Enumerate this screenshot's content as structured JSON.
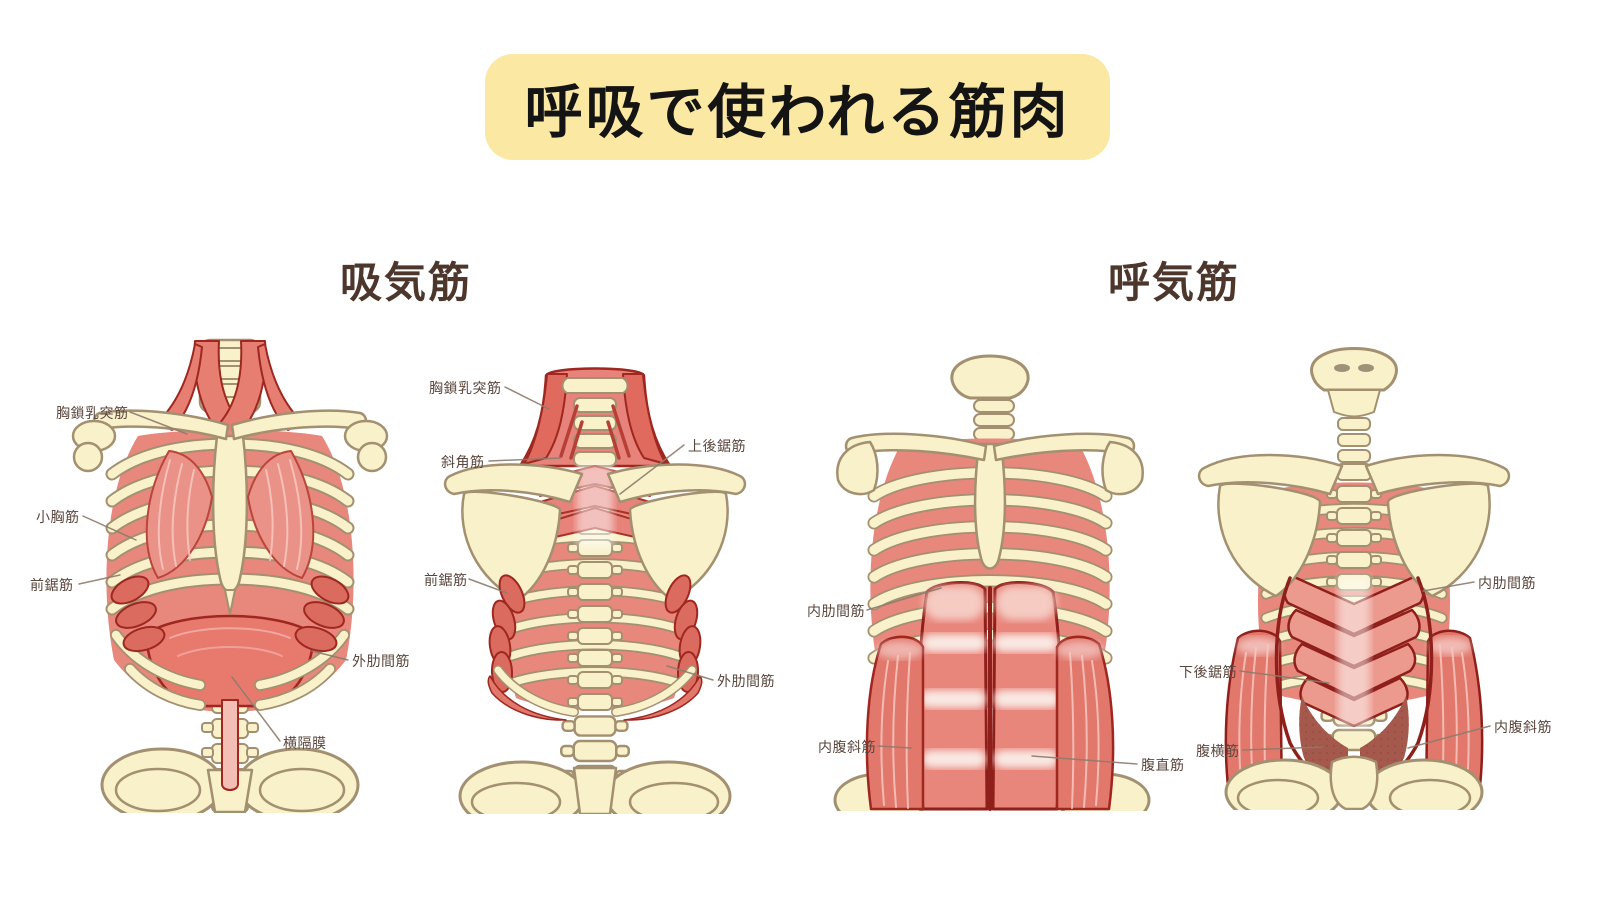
{
  "title": "呼吸で使われる筋肉",
  "sections": {
    "inspiratory": "吸気筋",
    "expiratory": "呼気筋"
  },
  "labels": {
    "inspiratory_front": {
      "sternocleidomastoid": "胸鎖乳突筋",
      "pectoralis_minor": "小胸筋",
      "serratus_anterior": "前鋸筋",
      "external_intercostal": "外肋間筋",
      "diaphragm": "横隔膜"
    },
    "inspiratory_back": {
      "sternocleidomastoid": "胸鎖乳突筋",
      "scalenes": "斜角筋",
      "serratus_posterior_superior": "上後鋸筋",
      "serratus_anterior": "前鋸筋",
      "external_intercostal": "外肋間筋"
    },
    "expiratory_front": {
      "internal_intercostal": "内肋間筋",
      "internal_oblique": "内腹斜筋",
      "rectus_abdominis": "腹直筋"
    },
    "expiratory_back": {
      "internal_intercostal": "内肋間筋",
      "serratus_posterior_inferior": "下後鋸筋",
      "transversus_abdominis": "腹横筋",
      "internal_oblique": "内腹斜筋"
    }
  },
  "colors": {
    "accent_bg": "#FAE8A3",
    "heading_text": "#4D372C",
    "label_text": "#5A463D",
    "bone": "#F8F1CA",
    "bone_outline": "#A29070",
    "muscle": "#E8877C",
    "muscle_dark": "#9E2720",
    "muscle_deep": "#8E1F1A",
    "leader_line": "#8E7B6C",
    "background": "#FFFFFF"
  }
}
